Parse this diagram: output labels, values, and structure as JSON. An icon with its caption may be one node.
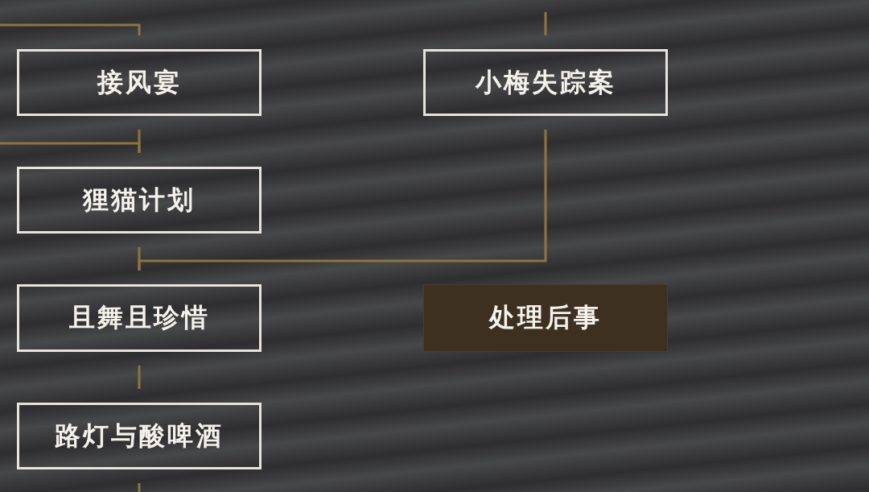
{
  "diagram": {
    "nodes": [
      {
        "text": [
          "接风宴"
        ]
      },
      {
        "text": [
          "小梅失踪案"
        ]
      },
      {
        "text": [
          "狸猫计划"
        ]
      },
      {
        "text": [
          "且舞且珍惜"
        ]
      },
      {
        "text": [
          "处理后事"
        ]
      },
      {
        "text": [
          "路灯与酸啤酒"
        ]
      }
    ],
    "edges": [
      {
        "from": null,
        "to": 0,
        "arrow": "none"
      },
      {
        "from": null,
        "to": 1,
        "arrow": "none"
      },
      {
        "from": 0,
        "to": 2,
        "arrow": "none"
      },
      {
        "from": null,
        "to": 2,
        "arrow": "none"
      },
      {
        "from": 2,
        "to": 3,
        "arrow": "none"
      },
      {
        "from": 1,
        "to": 3,
        "arrow": "none"
      },
      {
        "from": 3,
        "to": 5,
        "arrow": "none"
      },
      {
        "from": 5,
        "to": null,
        "arrow": "none"
      }
    ]
  }
}
